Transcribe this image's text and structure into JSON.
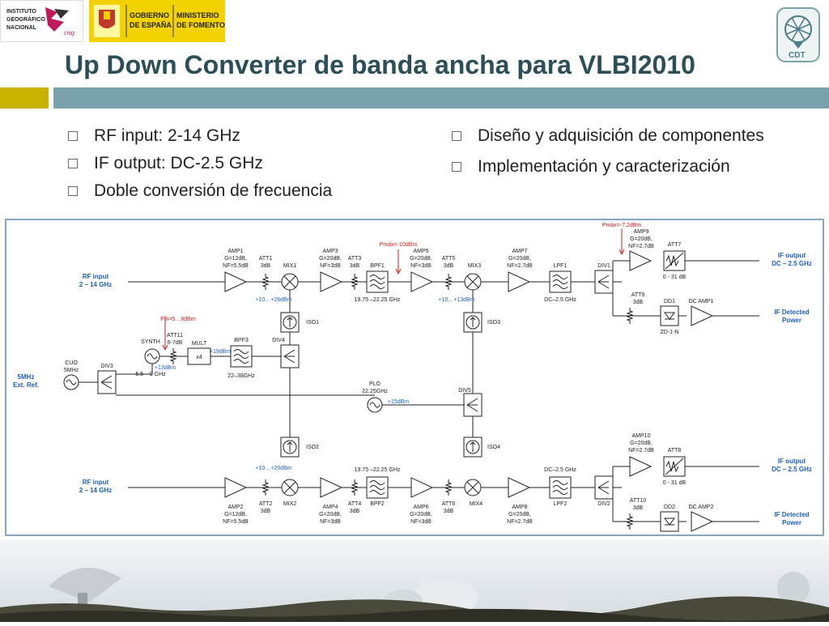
{
  "header": {
    "title": "Up Down Converter de banda ancha para VLBI2010",
    "logo_ign": {
      "line1": "INSTITUTO",
      "line2": "GEOGRÁFICO",
      "line3": "NACIONAL",
      "cnig": "cnig"
    },
    "logo_gob": {
      "gob1": "GOBIERNO",
      "gob2": "DE ESPAÑA",
      "min1": "MINISTERIO",
      "min2": "DE FOMENTO"
    },
    "logo_cdt": "CDT"
  },
  "bullets_left": [
    {
      "text": "RF input: 2-14 GHz"
    },
    {
      "text": "IF output: DC-2.5 GHz"
    },
    {
      "text": "Doble conversión de frecuencia"
    }
  ],
  "bullets_right": [
    {
      "text": "Diseño y adquisición de componentes"
    },
    {
      "text": "Implementación y caracterización"
    }
  ],
  "diagram": {
    "rf_in_top": [
      "RF input",
      "2 – 14 GHz"
    ],
    "rf_in_bot": [
      "RF input",
      "2 – 14 GHz"
    ],
    "ref_in": [
      "5MHz",
      "Ext. Ref."
    ],
    "if_out_top": [
      "IF output",
      "DC – 2.5 GHz"
    ],
    "if_out_bot": [
      "IF output",
      "DC – 2.5 GHz"
    ],
    "if_det_top": [
      "IF Detected",
      "Power"
    ],
    "if_det_bot": [
      "IF Detected",
      "Power"
    ],
    "amp1": [
      "AMP1",
      "G=12dB,",
      "NF=5.5dB"
    ],
    "att1": [
      "ATT1",
      "3dB"
    ],
    "mix1": "MIX1",
    "amp3": [
      "AMP3",
      "G=20dB,",
      "NF=3dB"
    ],
    "att3": [
      "ATT3",
      "3dB"
    ],
    "bpf1": "BPF1",
    "pmax1": "Pmáx=-10dBm",
    "amp5": [
      "AMP5",
      "G=20dB,",
      "NF=3dB"
    ],
    "att5": [
      "ATT5",
      "3dB"
    ],
    "mix3": "MIX3",
    "amp7": [
      "AMP7",
      "G=20dB,",
      "NF=2.7dB"
    ],
    "lpf1": "LPF1",
    "div1": "DIV1",
    "pmax2": "Pmáx=-7.2dBm",
    "amp9": [
      "AMP9",
      "G=20dB,",
      "NF=2.7dB"
    ],
    "att7": "ATT7",
    "range_top": "0 - 31 dB",
    "att9": [
      "ATT9",
      "3dB"
    ],
    "dd1": "DD1",
    "zd": "ZD-1-N",
    "dcamp1": "DC AMP1",
    "lo1_pwr": "+10…+26dBm",
    "bpf1_range": "19.75 –22.25 GHz",
    "lo3_pwr": "+10…+13dBm",
    "lpf1_range": "DC–2.5 GHz",
    "iso1": "ISO1",
    "iso3": "ISO3",
    "pin": "Pin=5…8dBm",
    "att11": [
      "ATT11",
      "6-7dB"
    ],
    "synth": "SYNTH",
    "mult": "MULT",
    "x4": "x4",
    "mult_out": "+19dBm",
    "bpf3": "BPF3",
    "div4": "DIV4",
    "synth_out": "+13dBm",
    "synth_range": "5.5 – 9 GHz",
    "bpf3_range": "22–38GHz",
    "cuo": [
      "CUO",
      "5MHz"
    ],
    "div3": "DIV3",
    "plo": [
      "PLO",
      "22.25GHz"
    ],
    "plo_out": "+15dBm",
    "div5": "DIV5",
    "iso2": "ISO2",
    "iso4": "ISO4",
    "lo2_pwr": "+10…+20dBm",
    "bpf2_range": "19.75 –22.25 GHz",
    "lpf2_range": "DC–2.5 GHz",
    "amp10": [
      "AMP10",
      "G=20dB,",
      "NF=2.7dB"
    ],
    "att8": "ATT8",
    "range_bot": "0 - 31 dB",
    "amp2": [
      "AMP2",
      "G=12dB,",
      "NF=5.5dB"
    ],
    "att2": [
      "ATT2",
      "3dB"
    ],
    "mix2": "MIX2",
    "amp4": [
      "AMP4",
      "G=20dB,",
      "NF=3dB"
    ],
    "att4": [
      "ATT4",
      "3dB"
    ],
    "bpf2": "BPF2",
    "amp6": [
      "AMP6",
      "G=20dB,",
      "NF=3dB"
    ],
    "att6": [
      "ATT6",
      "3dB"
    ],
    "mix4": "MIX4",
    "amp8": [
      "AMP8",
      "G=20dB,",
      "NF=2.7dB"
    ],
    "lpf2": "LPF2",
    "div2": "DIV2",
    "att10": [
      "ATT10",
      "3dB"
    ],
    "dd2": "DD2",
    "dcamp2": "DC AMP2"
  },
  "colors": {
    "title": "#2c4e57",
    "bar": "#7ba3ad",
    "bar_left": "#c8b400",
    "blue": "#1f5fc0",
    "red": "#d11a1a",
    "frame": "#88a6c4",
    "gob_yellow": "#f2d200"
  }
}
